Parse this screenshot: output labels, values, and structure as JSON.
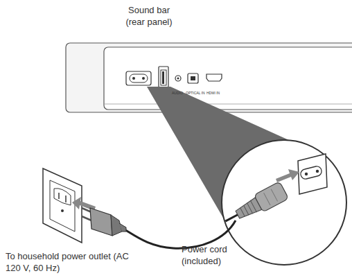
{
  "diagram": {
    "labels": [
      "Sound bar (rear panel)",
      "AUDIO",
      "OPTICAL IN",
      "HDMI IN",
      "To household power outlet (AC 120 V, 60 Hz)",
      "Power cord (included)"
    ]
  }
}
